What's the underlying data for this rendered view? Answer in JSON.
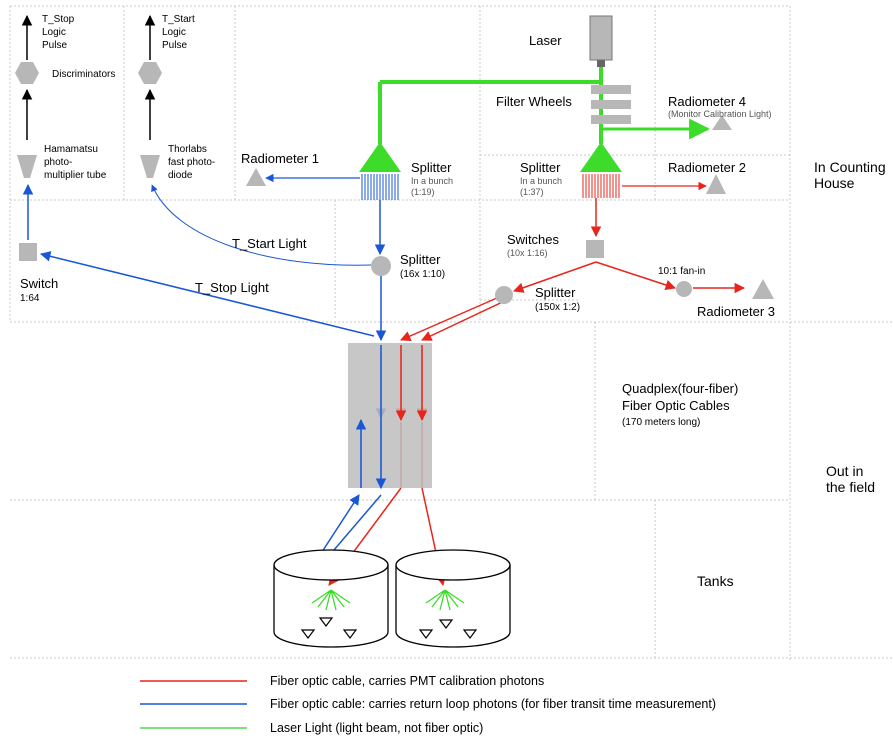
{
  "labels": {
    "t_stop_pulse": [
      "T_Stop",
      "Logic",
      "Pulse"
    ],
    "t_start_pulse": [
      "T_Start",
      "Logic",
      "Pulse"
    ],
    "discriminators": "Discriminators",
    "hamamatsu": [
      "Hamamatsu",
      "photo-",
      "multiplier tube"
    ],
    "thorlabs": [
      "Thorlabs",
      "fast photo-",
      "diode"
    ],
    "laser": "Laser",
    "filter_wheels": "Filter Wheels",
    "radiometer_4": "Radiometer 4",
    "radiometer_4_note": "(Monitor Calibration Light)",
    "radiometer_1": "Radiometer 1",
    "radiometer_2": "Radiometer 2",
    "radiometer_3": "Radiometer 3",
    "splitter_left": "Splitter",
    "splitter_left_note": [
      "In a bunch",
      "(1:19)"
    ],
    "splitter_right": "Splitter",
    "splitter_right_note": [
      "In a bunch",
      "(1:37)"
    ],
    "in_counting_house": [
      "In Counting",
      "House"
    ],
    "switch_label": "Switch",
    "switch_ratio": "1:64",
    "t_start_light": "T_Start Light",
    "t_stop_light": "T_Stop Light",
    "splitter_16": "Splitter",
    "splitter_16_ratio": "(16x 1:10)",
    "switches": "Switches",
    "switches_ratio": "(10x 1:16)",
    "splitter_150": "Splitter",
    "splitter_150_ratio": "(150x 1:2)",
    "fan_in": "10:1 fan-in",
    "quadplex": [
      "Quadplex(four-fiber)",
      "Fiber Optic Cables"
    ],
    "quadplex_length": "(170 meters long)",
    "out_in_field": [
      "Out in",
      "the field"
    ],
    "tanks": "Tanks"
  },
  "legend": [
    {
      "color": "#e8251c",
      "text": "Fiber optic cable, carries PMT calibration photons"
    },
    {
      "color": "#1a57d6",
      "text": "Fiber optic cable: carries return loop photons (for fiber transit time measurement)"
    },
    {
      "color": "#52d94a",
      "text": "Laser Light (light beam, not fiber optic)"
    }
  ],
  "colors": {
    "red": "#e8251c",
    "blue": "#1a57d6",
    "green": "#3ddc2b",
    "gray": "#b7b7b7"
  }
}
